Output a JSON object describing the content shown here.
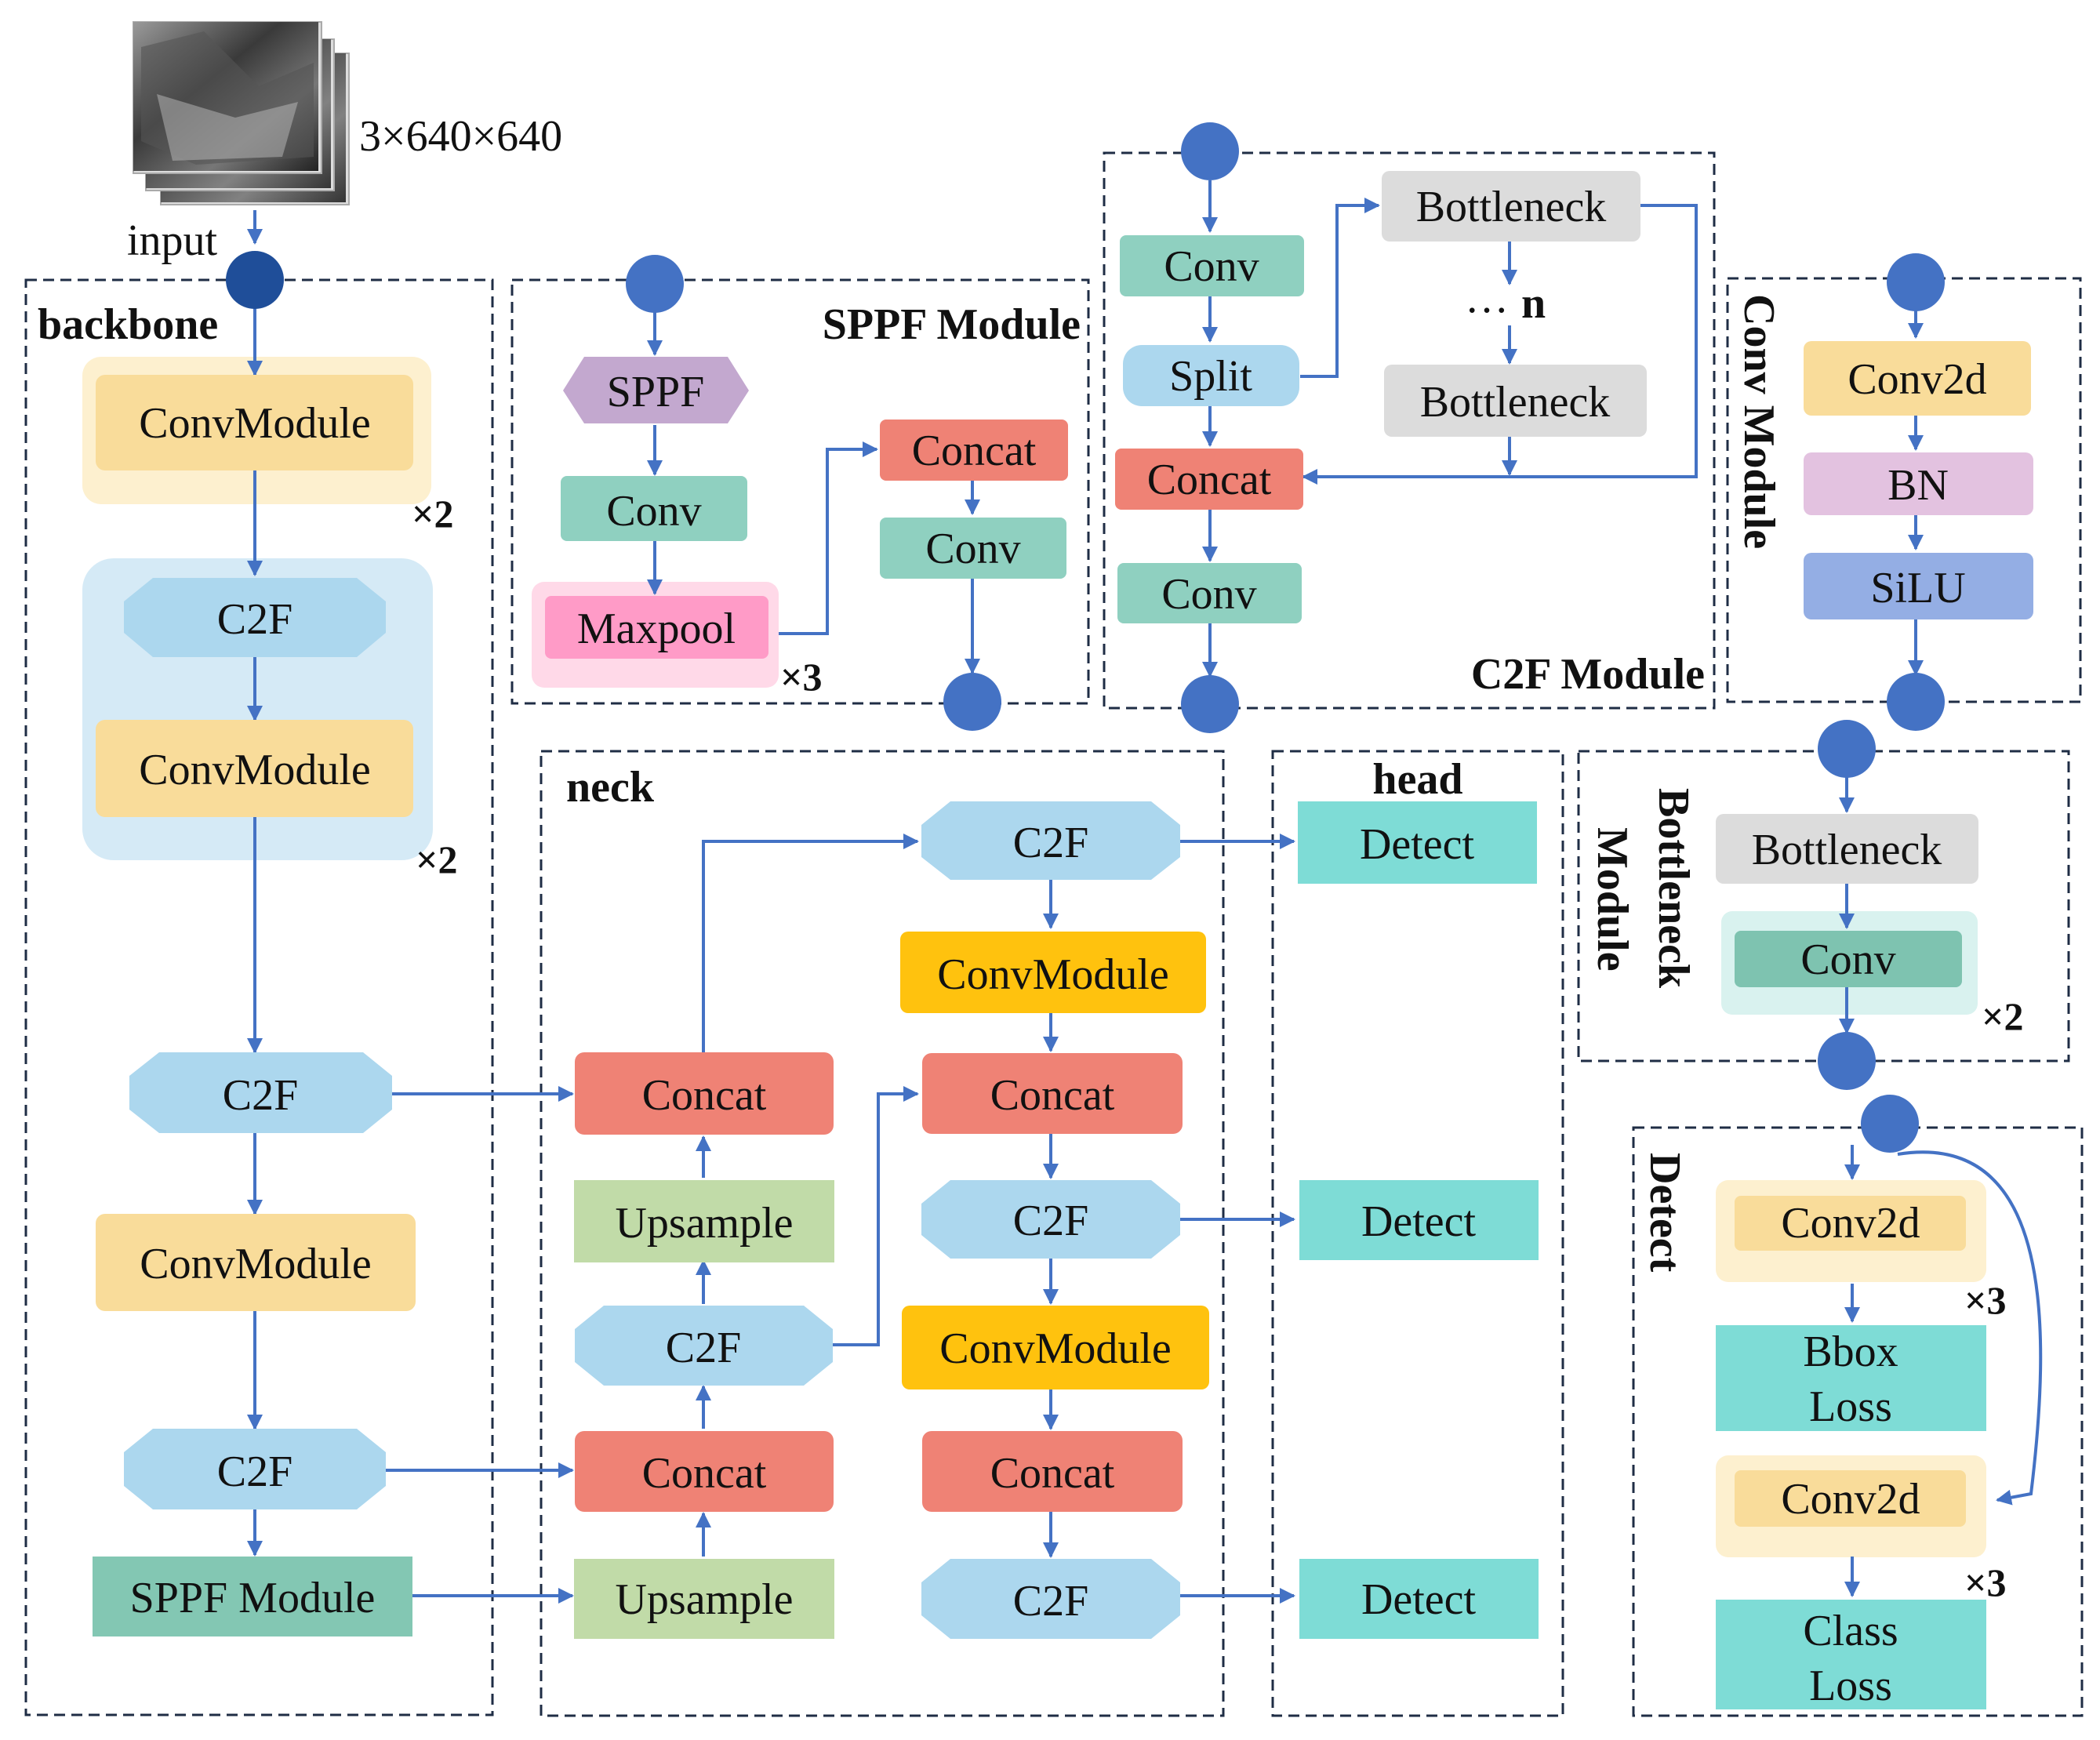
{
  "colors": {
    "conv_module": "#f9dc9a",
    "conv_module_halo": "#fdf0cf",
    "conv_module_strong": "#ffc20e",
    "c2f": "#acd7ee",
    "c2f_halo": "#d5eaf6",
    "conv": "#8fd0c0",
    "concat": "#ef8275",
    "upsample": "#c1dba8",
    "sppf_block": "#83c7b3",
    "sppf_hex": "#c3a8cf",
    "maxpool": "#ff9bc7",
    "maxpool_halo": "#ffd9e8",
    "bottleneck": "#dcdcdc",
    "detect": "#7edcd6",
    "conv2d": "#f9dc9a",
    "bn": "#e3c2e0",
    "silu": "#94aee4",
    "arrow": "#4472c4",
    "node": "#4472c4",
    "input_node": "#1f4e99",
    "frame": "#1f2d45"
  },
  "input": {
    "dims": "3×640×640",
    "label": "input"
  },
  "backbone": {
    "title": "backbone",
    "conv_module_1": "ConvModule",
    "rep_1": "×2",
    "c2f_1": "C2F",
    "conv_module_2": "ConvModule",
    "rep_2": "×2",
    "c2f_2": "C2F",
    "conv_module_3": "ConvModule",
    "c2f_3": "C2F",
    "sppf": "SPPF Module"
  },
  "sppf_module": {
    "title": "SPPF Module",
    "sppf": "SPPF",
    "conv_1": "Conv",
    "maxpool": "Maxpool",
    "rep": "×3",
    "concat": "Concat",
    "conv_2": "Conv"
  },
  "c2f_module": {
    "title": "C2F Module",
    "conv_1": "Conv",
    "split": "Split",
    "concat": "Concat",
    "conv_2": "Conv",
    "bottleneck_1": "Bottleneck",
    "dots": "…",
    "n": "n",
    "bottleneck_2": "Bottleneck"
  },
  "conv_module": {
    "title": "Conv Module",
    "conv2d": "Conv2d",
    "bn": "BN",
    "silu": "SiLU"
  },
  "bottleneck_module": {
    "title_line1": "Bottleneck",
    "title_line2": "Module",
    "bottleneck": "Bottleneck",
    "conv": "Conv",
    "rep": "×2"
  },
  "neck": {
    "title": "neck",
    "concat_1": "Concat",
    "upsample_1": "Upsample",
    "c2f_1": "C2F",
    "concat_2": "Concat",
    "upsample_2": "Upsample",
    "c2f_top": "C2F",
    "conv_module_1": "ConvModule",
    "concat_3": "Concat",
    "c2f_mid": "C2F",
    "conv_module_2": "ConvModule",
    "concat_4": "Concat",
    "c2f_bottom": "C2F"
  },
  "head": {
    "title": "head",
    "detect_1": "Detect",
    "detect_2": "Detect",
    "detect_3": "Detect"
  },
  "detect": {
    "title": "Detect",
    "conv2d_1": "Conv2d",
    "rep_1": "×3",
    "bbox_line1": "Bbox",
    "bbox_line2": "Loss",
    "conv2d_2": "Conv2d",
    "rep_2": "×3",
    "class_line1": "Class",
    "class_line2": "Loss"
  }
}
